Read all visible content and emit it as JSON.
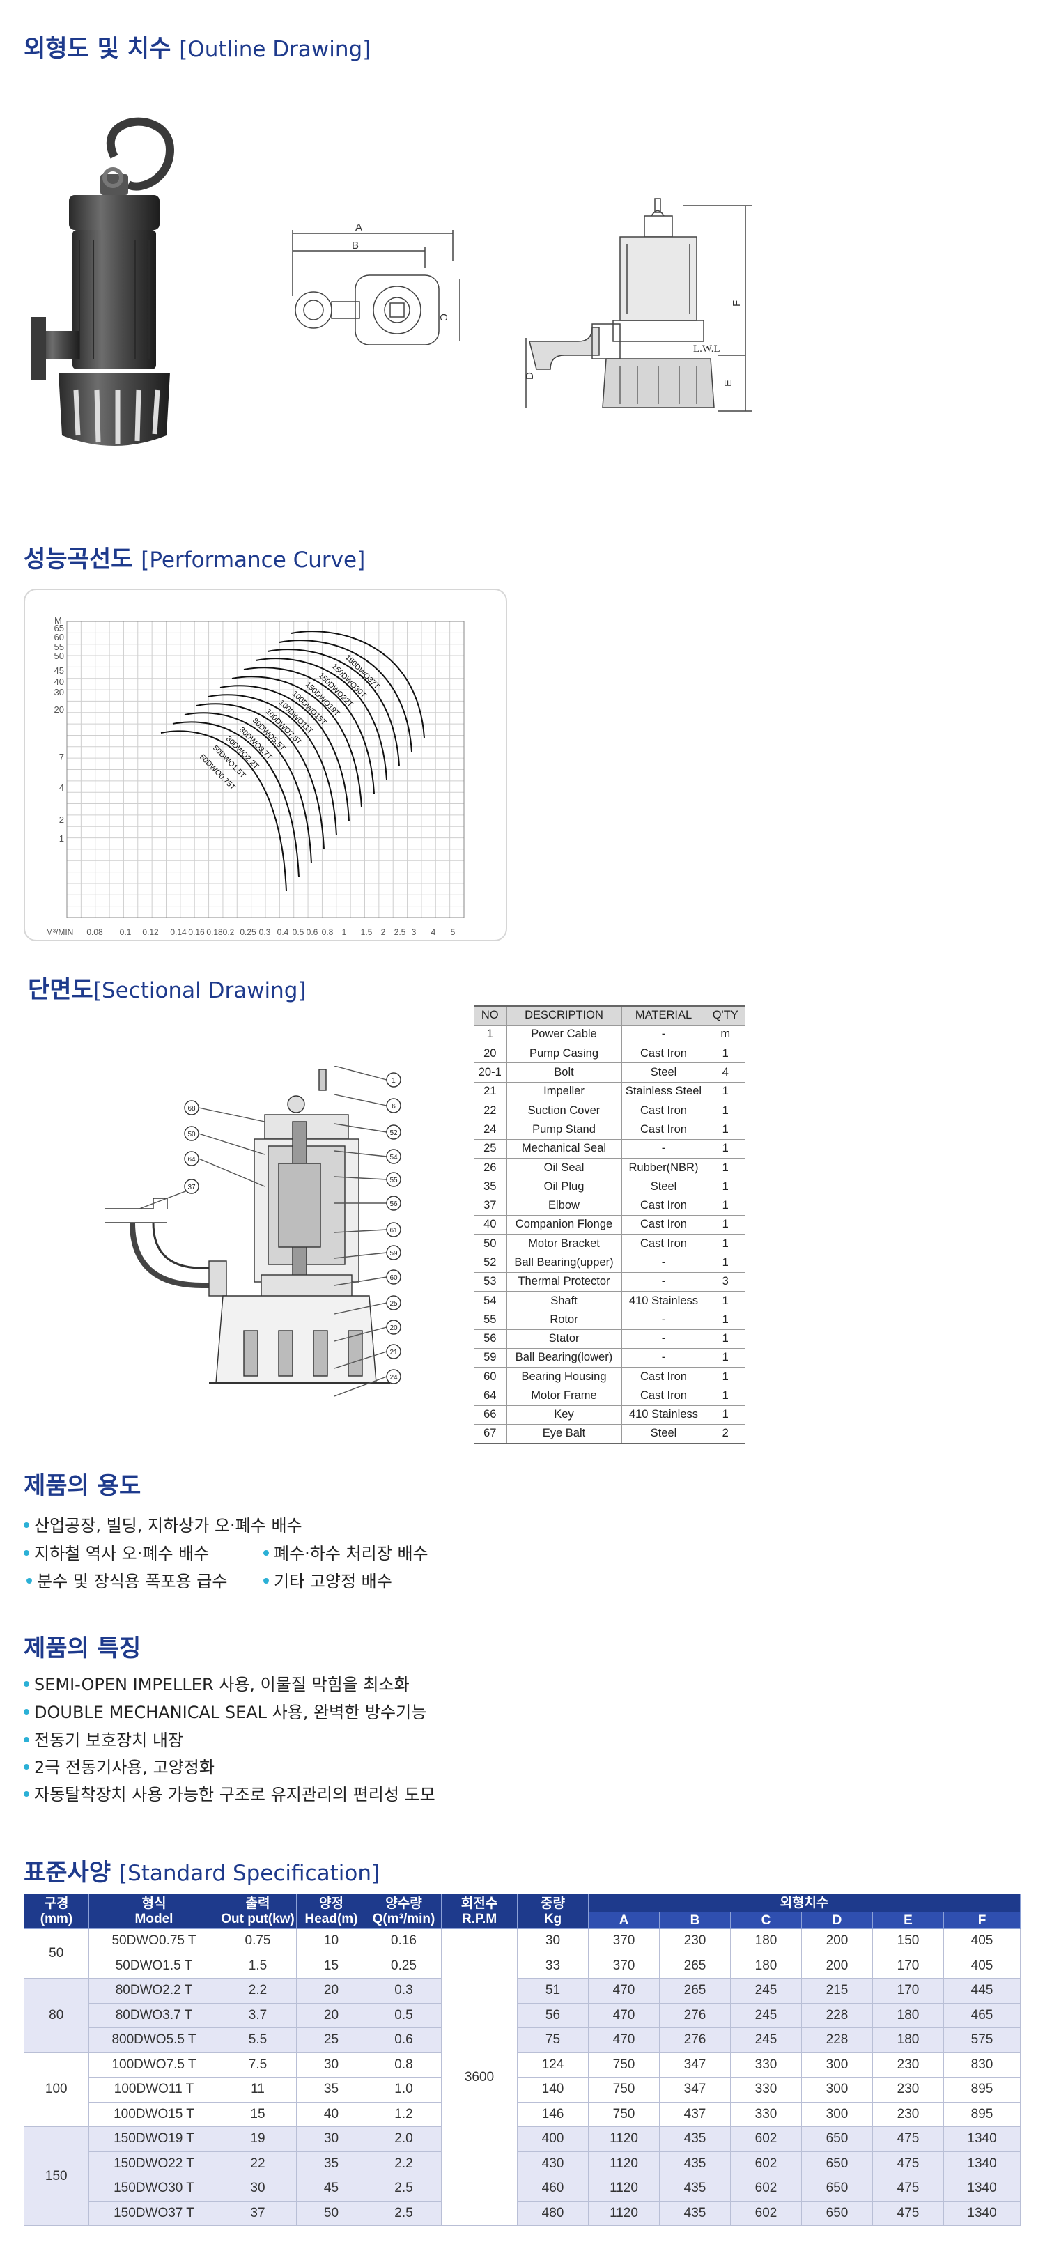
{
  "outline": {
    "title_ko": "외형도 및 치수",
    "title_en": "[Outline Drawing]",
    "dim_labels": [
      "A",
      "B",
      "C",
      "D",
      "E",
      "F",
      "L.W.L"
    ]
  },
  "performance": {
    "title_ko": "성능곡선도",
    "title_en": "[Performance Curve]",
    "y_axis_label": "M",
    "x_axis_label": "M³/MIN",
    "chart_data": {
      "type": "line",
      "y_ticks": [
        "65",
        "60",
        "55",
        "50",
        "45",
        "40",
        "30",
        "20",
        "7",
        "4",
        "2",
        "1"
      ],
      "x_ticks": [
        "0.08",
        "0.1",
        "0.12",
        "0.14",
        "0.16",
        "0.18",
        "0.2",
        "0.25",
        "0.3",
        "0.4",
        "0.5",
        "0.6",
        "0.8",
        "1",
        "1.5",
        "2",
        "2.5",
        "3",
        "4",
        "5"
      ],
      "series_labels": [
        "50DWO0.75T",
        "50DWO1.5T",
        "80DWO2.2T",
        "80DWO3.7T",
        "80DWO5.5T",
        "100DWO7.5T",
        "100DWO11T",
        "100DWO15T",
        "150DWO19T",
        "150DWO22T",
        "150DWO30T",
        "150DWO37T"
      ]
    }
  },
  "sectional": {
    "title_ko": "단면도",
    "title_en": "[Sectional Drawing]",
    "callouts_right": [
      "1",
      "6",
      "52",
      "54",
      "55",
      "56",
      "61",
      "59",
      "60",
      "25",
      "20",
      "21",
      "24"
    ],
    "callouts_left": [
      "68",
      "50",
      "64",
      "37"
    ],
    "columns": [
      "NO",
      "DESCRIPTION",
      "MATERIAL",
      "Q'TY"
    ],
    "rows": [
      [
        "1",
        "Power Cable",
        "-",
        "m"
      ],
      [
        "20",
        "Pump Casing",
        "Cast Iron",
        "1"
      ],
      [
        "20-1",
        "Bolt",
        "Steel",
        "4"
      ],
      [
        "21",
        "Impeller",
        "Stainless Steel",
        "1"
      ],
      [
        "22",
        "Suction Cover",
        "Cast Iron",
        "1"
      ],
      [
        "24",
        "Pump Stand",
        "Cast Iron",
        "1"
      ],
      [
        "25",
        "Mechanical Seal",
        "-",
        "1"
      ],
      [
        "26",
        "Oil Seal",
        "Rubber(NBR)",
        "1"
      ],
      [
        "35",
        "Oil Plug",
        "Steel",
        "1"
      ],
      [
        "37",
        "Elbow",
        "Cast Iron",
        "1"
      ],
      [
        "40",
        "Companion Flonge",
        "Cast Iron",
        "1"
      ],
      [
        "50",
        "Motor Bracket",
        "Cast Iron",
        "1"
      ],
      [
        "52",
        "Ball Bearing(upper)",
        "-",
        "1"
      ],
      [
        "53",
        "Thermal Protector",
        "-",
        "3"
      ],
      [
        "54",
        "Shaft",
        "410 Stainless",
        "1"
      ],
      [
        "55",
        "Rotor",
        "-",
        "1"
      ],
      [
        "56",
        "Stator",
        "-",
        "1"
      ],
      [
        "59",
        "Ball Bearing(lower)",
        "-",
        "1"
      ],
      [
        "60",
        "Bearing Housing",
        "Cast Iron",
        "1"
      ],
      [
        "64",
        "Motor Frame",
        "Cast Iron",
        "1"
      ],
      [
        "66",
        "Key",
        "410 Stainless",
        "1"
      ],
      [
        "67",
        "Eye Balt",
        "Steel",
        "2"
      ]
    ]
  },
  "usage": {
    "title": "제품의 용도",
    "items": [
      "산업공장, 빌딩, 지하상가 오·폐수 배수",
      "지하철 역사 오·폐수 배수",
      "폐수·하수 처리장 배수",
      "분수 및 장식용 폭포용 급수",
      "기타 고양정 배수"
    ]
  },
  "features": {
    "title": "제품의 특징",
    "items": [
      "SEMI-OPEN IMPELLER 사용, 이물질 막힘을 최소화",
      "DOUBLE MECHANICAL SEAL 사용, 완벽한 방수기능",
      "전동기 보호장치 내장",
      "2극 전동기사용, 고양정화",
      "자동탈착장치 사용 가능한 구조로 유지관리의 편리성 도모"
    ]
  },
  "spec": {
    "title_ko": "표준사양",
    "title_en": "[Standard Specification]",
    "headers": {
      "bore": [
        "구경",
        "(mm)"
      ],
      "model": [
        "형식",
        "Model"
      ],
      "output": [
        "출력",
        "Out put(kw)"
      ],
      "head": [
        "양정",
        "Head(m)"
      ],
      "flow": [
        "양수량",
        "Q(m³/min)"
      ],
      "rpm": [
        "회전수",
        "R.P.M"
      ],
      "weight": [
        "중량",
        "Kg"
      ],
      "dims": "외형치수",
      "dim_cols": [
        "A",
        "B",
        "C",
        "D",
        "E",
        "F"
      ]
    },
    "rpm_value": "3600",
    "groups": [
      {
        "bore": "50",
        "rows": [
          [
            "50DWO0.75 T",
            "0.75",
            "10",
            "0.16",
            "30",
            "370",
            "230",
            "180",
            "200",
            "150",
            "405"
          ],
          [
            "50DWO1.5 T",
            "1.5",
            "15",
            "0.25",
            "33",
            "370",
            "265",
            "180",
            "200",
            "170",
            "405"
          ]
        ]
      },
      {
        "bore": "80",
        "rows": [
          [
            "80DWO2.2 T",
            "2.2",
            "20",
            "0.3",
            "51",
            "470",
            "265",
            "245",
            "215",
            "170",
            "445"
          ],
          [
            "80DWO3.7 T",
            "3.7",
            "20",
            "0.5",
            "56",
            "470",
            "276",
            "245",
            "228",
            "180",
            "465"
          ],
          [
            "800DWO5.5 T",
            "5.5",
            "25",
            "0.6",
            "75",
            "470",
            "276",
            "245",
            "228",
            "180",
            "575"
          ]
        ]
      },
      {
        "bore": "100",
        "rows": [
          [
            "100DWO7.5 T",
            "7.5",
            "30",
            "0.8",
            "124",
            "750",
            "347",
            "330",
            "300",
            "230",
            "830"
          ],
          [
            "100DWO11 T",
            "11",
            "35",
            "1.0",
            "140",
            "750",
            "347",
            "330",
            "300",
            "230",
            "895"
          ],
          [
            "100DWO15 T",
            "15",
            "40",
            "1.2",
            "146",
            "750",
            "437",
            "330",
            "300",
            "230",
            "895"
          ]
        ]
      },
      {
        "bore": "150",
        "rows": [
          [
            "150DWO19 T",
            "19",
            "30",
            "2.0",
            "400",
            "1120",
            "435",
            "602",
            "650",
            "475",
            "1340"
          ],
          [
            "150DWO22 T",
            "22",
            "35",
            "2.2",
            "430",
            "1120",
            "435",
            "602",
            "650",
            "475",
            "1340"
          ],
          [
            "150DWO30 T",
            "30",
            "45",
            "2.5",
            "460",
            "1120",
            "435",
            "602",
            "650",
            "475",
            "1340"
          ],
          [
            "150DWO37 T",
            "37",
            "50",
            "2.5",
            "480",
            "1120",
            "435",
            "602",
            "650",
            "475",
            "1340"
          ]
        ]
      }
    ]
  }
}
